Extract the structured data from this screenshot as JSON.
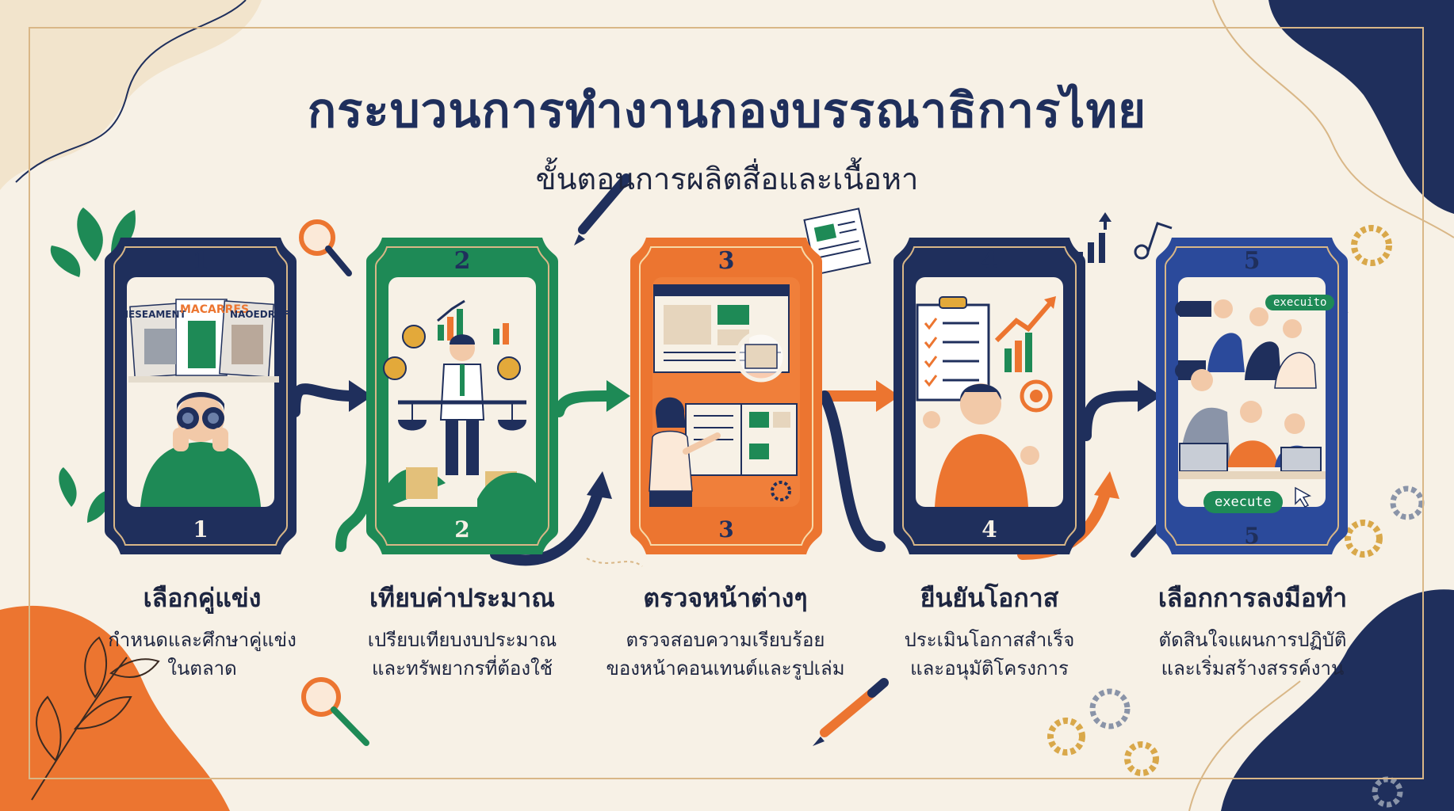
{
  "title": "กระบวนการทำงานกองบรรณาธิการไทย",
  "subtitle": "ขั้นตอนการผลิตสื่อและเนื้อหา",
  "colors": {
    "navy": "#1f2f5c",
    "green": "#1e8a56",
    "orange": "#ec7530",
    "cream": "#f7f1e6",
    "gold": "#d9b787"
  },
  "steps": [
    {
      "number": "1",
      "title": "เลือกคู่แข่ง",
      "desc_line1": "กำหนดและศึกษาคู่แข่ง",
      "desc_line2": "ในตลาด",
      "color": "#1f2f5c",
      "newspapers": [
        "NESEAMENT",
        "MACARRES",
        "NAOEDRBF"
      ]
    },
    {
      "number": "2",
      "title": "เทียบค่าประมาณ",
      "desc_line1": "เปรียบเทียบงบประมาณ",
      "desc_line2": "และทรัพยากรที่ต้องใช้",
      "color": "#1e8a56"
    },
    {
      "number": "3",
      "title": "ตรวจหน้าต่างๆ",
      "desc_line1": "ตรวจสอบความเรียบร้อย",
      "desc_line2": "ของหน้าคอนเทนต์และรูปเล่ม",
      "color": "#ec7530"
    },
    {
      "number": "4",
      "title": "ยืนยันโอกาส",
      "desc_line1": "ประเมินโอกาสสำเร็จ",
      "desc_line2": "และอนุมัติโครงการ",
      "color": "#1f2f5c"
    },
    {
      "number": "5",
      "title": "เลือกการลงมือทำ",
      "desc_line1": "ตัดสินใจแผนการปฏิบัติ",
      "desc_line2": "และเริ่มสร้างสรรค์งาน",
      "color": "#2b4a9b",
      "bubble": "execuito",
      "button": "execute"
    }
  ],
  "icons": [
    "magnifier-icon",
    "pen-icon",
    "document-icon",
    "bar-chart-icon",
    "music-note-icon",
    "gear-icon",
    "leaf-icon",
    "arrow-icon"
  ]
}
